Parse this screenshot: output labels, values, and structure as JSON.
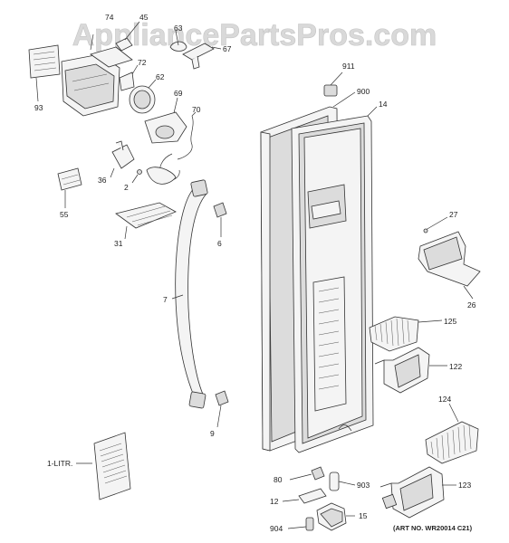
{
  "watermark": "AppliancePartsPros.com",
  "art_number": "(ART NO. WR20014 C21)",
  "callouts": {
    "c74": "74",
    "c45": "45",
    "c63": "63",
    "c67": "67",
    "c72": "72",
    "c93": "93",
    "c62": "62",
    "c69": "69",
    "c70": "70",
    "c36": "36",
    "c2": "2",
    "c55": "55",
    "c31": "31",
    "c6": "6",
    "c7": "7",
    "c9": "9",
    "c911": "911",
    "c900": "900",
    "c14": "14",
    "c27": "27",
    "c26": "26",
    "c125": "125",
    "c122": "122",
    "c124": "124",
    "c123": "123",
    "c80": "80",
    "c903": "903",
    "c12": "12",
    "c15": "15",
    "c904": "904",
    "litr": "1-LITR."
  }
}
